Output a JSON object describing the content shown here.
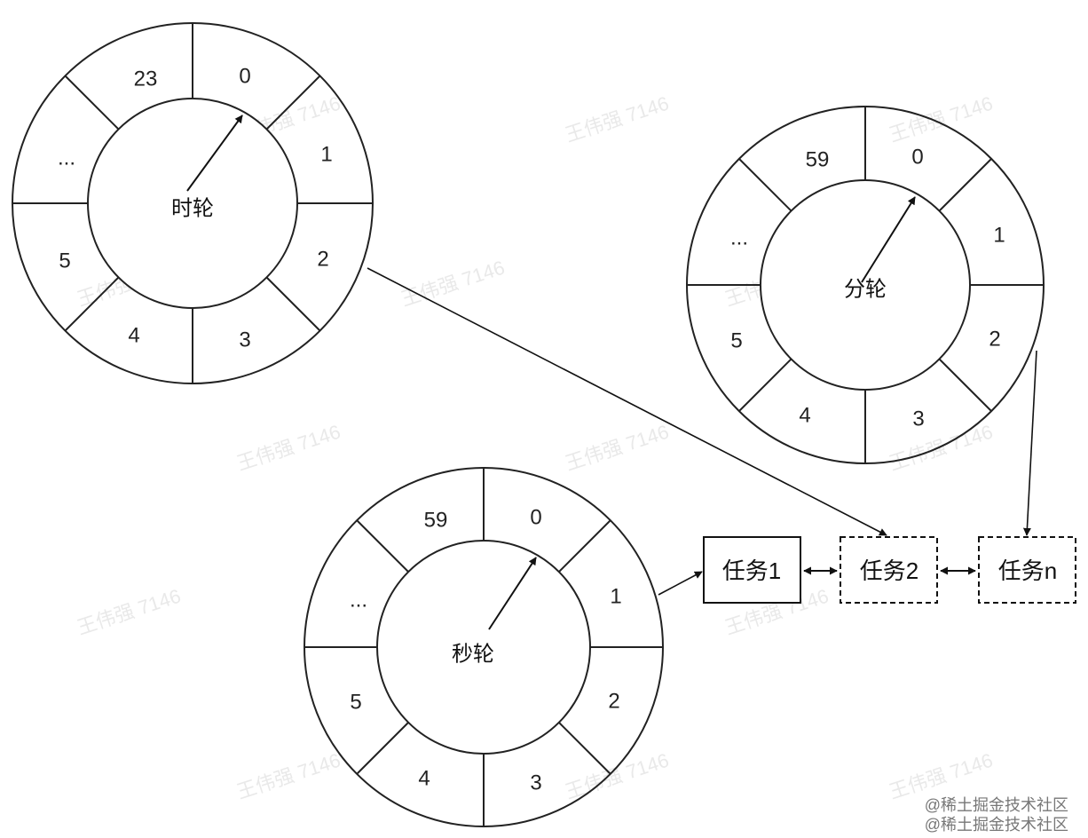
{
  "watermark_text": "王伟强 7146",
  "footer_watermark": [
    "@稀土掘金技术社区",
    "@稀土掘金技术社区"
  ],
  "wheels": {
    "hour": {
      "hub_label": "时轮",
      "slots": [
        "0",
        "1",
        "2",
        "3",
        "4",
        "5",
        "...",
        "23"
      ]
    },
    "minute": {
      "hub_label": "分轮",
      "slots": [
        "0",
        "1",
        "2",
        "3",
        "4",
        "5",
        "...",
        "59"
      ]
    },
    "second": {
      "hub_label": "秒轮",
      "slots": [
        "0",
        "1",
        "2",
        "3",
        "4",
        "5",
        "...",
        "59"
      ]
    }
  },
  "tasks": [
    {
      "label": "任务1",
      "border": "solid"
    },
    {
      "label": "任务2",
      "border": "dashed"
    },
    {
      "label": "任务n",
      "border": "dashed"
    }
  ]
}
